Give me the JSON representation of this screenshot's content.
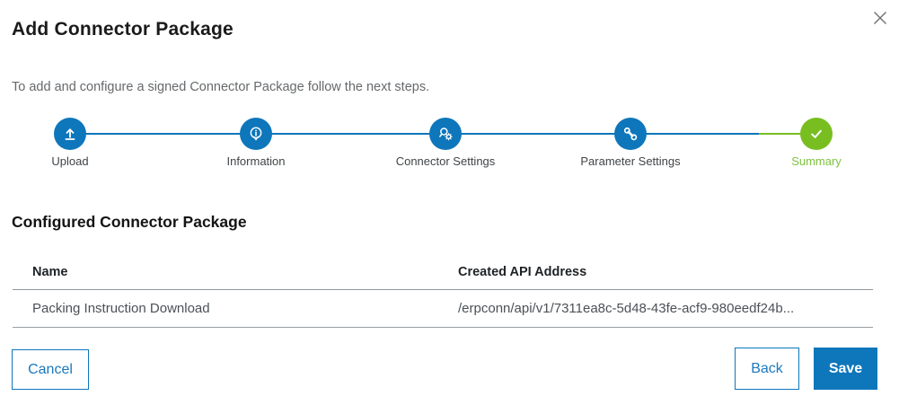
{
  "dialog": {
    "title": "Add Connector Package",
    "subtitle": "To add and configure a signed Connector Package follow the next steps."
  },
  "stepper": {
    "steps": [
      {
        "label": "Upload",
        "icon": "upload-icon",
        "state": "completed"
      },
      {
        "label": "Information",
        "icon": "info-pin-icon",
        "state": "completed"
      },
      {
        "label": "Connector Settings",
        "icon": "connector-gear-icon",
        "state": "completed"
      },
      {
        "label": "Parameter Settings",
        "icon": "wrench-icon",
        "state": "completed"
      },
      {
        "label": "Summary",
        "icon": "check-icon",
        "state": "active"
      }
    ]
  },
  "section": {
    "heading": "Configured Connector Package"
  },
  "table": {
    "columns": [
      "Name",
      "Created API Address"
    ],
    "rows": [
      [
        "Packing Instruction Download",
        "/erpconn/api/v1/7311ea8c-5d48-43fe-acf9-980eedf24b..."
      ]
    ]
  },
  "footer": {
    "cancel_label": "Cancel",
    "back_label": "Back",
    "save_label": "Save"
  },
  "colors": {
    "primary_blue": "#0e76bb",
    "success_green": "#78be20",
    "summary_label_green": "#7fc241",
    "text_muted": "#66696c"
  }
}
